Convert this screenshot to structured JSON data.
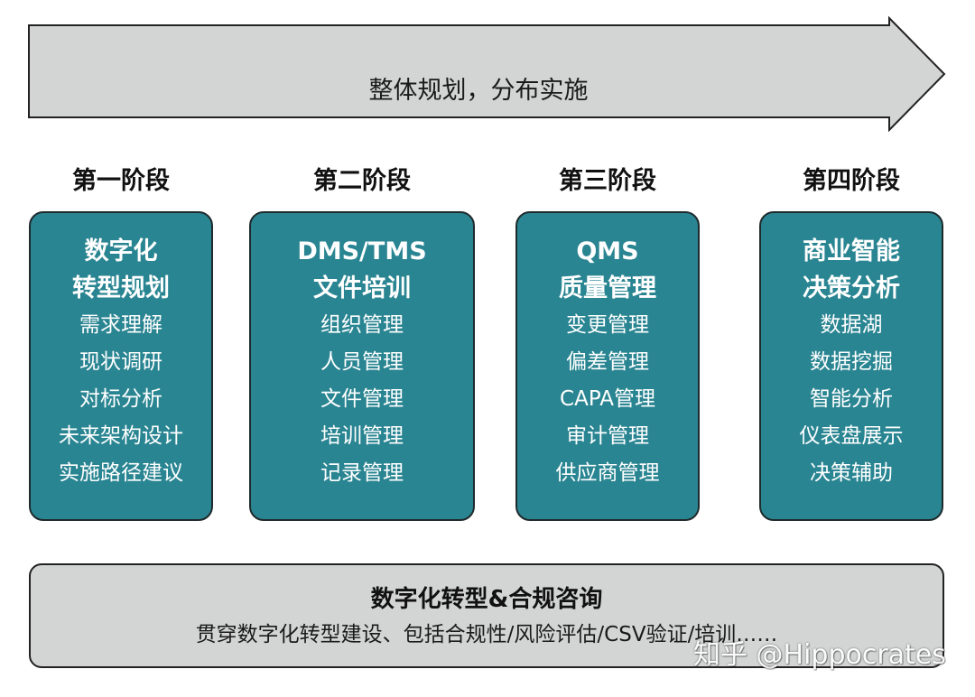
{
  "banner": {
    "text": "整体规划，分布实施",
    "fill": "#d3d4d4",
    "stroke": "#222222"
  },
  "stages": [
    {
      "title": "第一阶段",
      "heading": [
        "数字化",
        "转型规划"
      ],
      "items": [
        "需求理解",
        "现状调研",
        "对标分析",
        "未来架构设计",
        "实施路径建议"
      ]
    },
    {
      "title": "第二阶段",
      "heading": [
        "DMS/TMS",
        "文件培训"
      ],
      "items": [
        "组织管理",
        "人员管理",
        "文件管理",
        "培训管理",
        "记录管理"
      ]
    },
    {
      "title": "第三阶段",
      "heading": [
        "QMS",
        "质量管理"
      ],
      "items": [
        "变更管理",
        "偏差管理",
        "CAPA管理",
        "审计管理",
        "供应商管理"
      ]
    },
    {
      "title": "第四阶段",
      "heading": [
        "商业智能",
        "决策分析"
      ],
      "items": [
        "数据湖",
        "数据挖掘",
        "智能分析",
        "仪表盘展示",
        "决策辅助"
      ]
    }
  ],
  "card_color": "#2a8592",
  "footer": {
    "title": "数字化转型&合规咨询",
    "subtitle": "贯穿数字化转型建设、包括合规性/风险评估/CSV验证/培训……"
  },
  "watermark": "知乎 @Hippocrates"
}
